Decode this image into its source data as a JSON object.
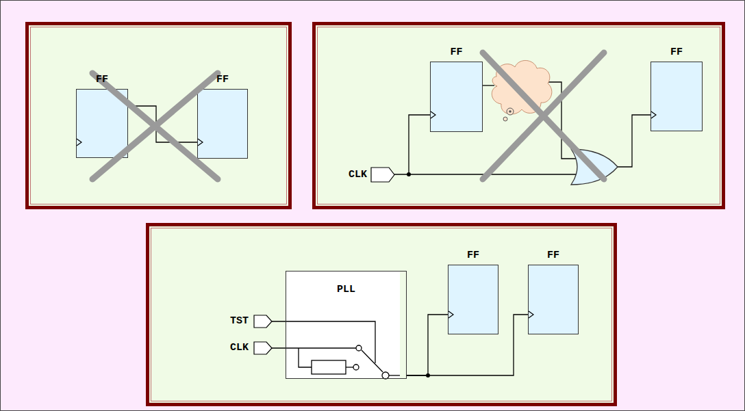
{
  "diagram": {
    "nodes": [
      {
        "text": [
          "FF"
        ]
      },
      {
        "text": [
          "FF"
        ]
      },
      {
        "text": [
          "FF"
        ]
      },
      {
        "text": [
          "FF"
        ]
      },
      {
        "text": [
          "PLL"
        ]
      },
      {
        "text": [
          "FF"
        ]
      },
      {
        "text": [
          "FF"
        ]
      }
    ],
    "edges": [
      {
        "from": 0,
        "to": 1,
        "arrow": "none"
      },
      {
        "from": 4,
        "to": 5,
        "arrow": "none"
      },
      {
        "from": 4,
        "to": 6,
        "arrow": "none"
      }
    ],
    "labels": [
      "CLK",
      "TST",
      "CLK"
    ]
  }
}
